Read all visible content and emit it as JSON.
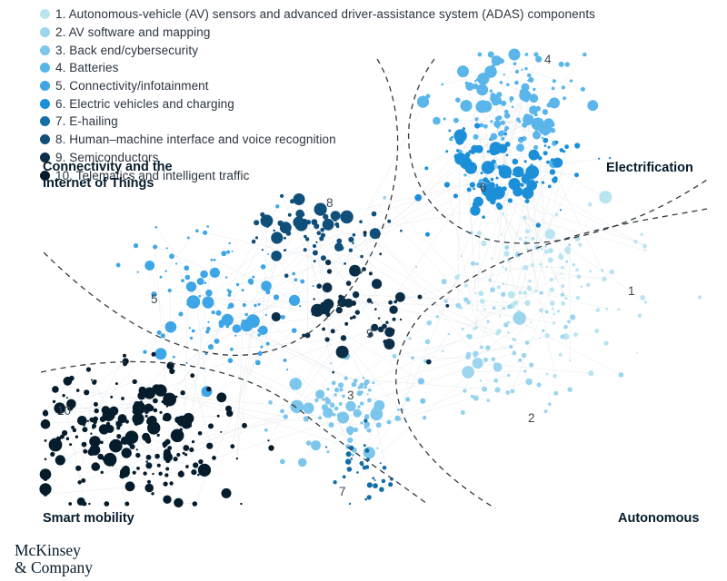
{
  "legend": [
    {
      "num": "1",
      "label": "1. Autonomous-vehicle (AV) sensors and advanced driver-assistance system (ADAS) components",
      "color": "#b9e5f1"
    },
    {
      "num": "2",
      "label": "2. AV software and mapping",
      "color": "#9bd5ee"
    },
    {
      "num": "3",
      "label": "3. Back end/cybersecurity",
      "color": "#7cc6ec"
    },
    {
      "num": "4",
      "label": "4. Batteries",
      "color": "#5ab5ea"
    },
    {
      "num": "5",
      "label": "5. Connectivity/infotainment",
      "color": "#3ea6e6"
    },
    {
      "num": "6",
      "label": "6. Electric vehicles and charging",
      "color": "#1b8fd8"
    },
    {
      "num": "7",
      "label": "7. E-hailing",
      "color": "#136ea6"
    },
    {
      "num": "8",
      "label": "8. Human–machine interface and voice recognition",
      "color": "#0f4f7a"
    },
    {
      "num": "9",
      "label": "9. Semiconductors",
      "color": "#0b2e48"
    },
    {
      "num": "10",
      "label": "10. Telematics and intelligent traffic",
      "color": "#051c2c"
    }
  ],
  "regions": {
    "connectivity": "Connectivity and the Internet of Things",
    "electrification": "Electrification",
    "smart_mobility": "Smart mobility",
    "autonomous": "Autonomous"
  },
  "cluster_numbers": {
    "c1": "1",
    "c2": "2",
    "c3": "3",
    "c4": "4",
    "c5": "5",
    "c6": "6",
    "c7": "7",
    "c8": "8",
    "c9": "9",
    "c10": "10"
  },
  "logo": {
    "line1": "McKinsey",
    "line2": "& Company"
  }
}
